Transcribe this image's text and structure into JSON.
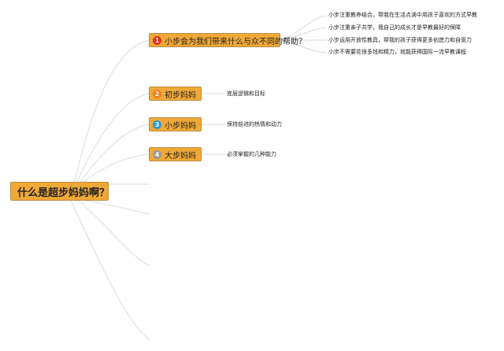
{
  "root": {
    "title": "什么是超步妈妈啊？"
  },
  "branches": [
    {
      "badge": "1",
      "badge_color": "#e8291c",
      "label": "小步会为我们带来什么与众不同的帮助？",
      "children": [
        "小步注重教养结合，帮我在生活点滴中用孩子喜欢的方式早教",
        "小步注重亲子共学，我自己的成长才是早教最好的保障",
        "小步运用开放性教具，帮我的孩子获得更多创造力和自驱力",
        "小步不需要花很多钱和精力，就能获得国际一流早教课程"
      ]
    },
    {
      "badge": "2",
      "badge_color": "#f07d1e",
      "label": "初步妈妈",
      "children": [
        "底层逻辑和目标"
      ]
    },
    {
      "badge": "3",
      "badge_color": "#2a9ad6",
      "label": "小步妈妈",
      "children": [
        "保持前进的热情和动力"
      ]
    },
    {
      "badge": "4",
      "badge_color": "#9a9a9a",
      "label": "大步妈妈",
      "children": [
        "必须掌握的几种能力"
      ]
    }
  ],
  "colors": {
    "node_fill": "#f0a937",
    "node_border": "#b98b45",
    "connector": "#d8d8d8"
  }
}
